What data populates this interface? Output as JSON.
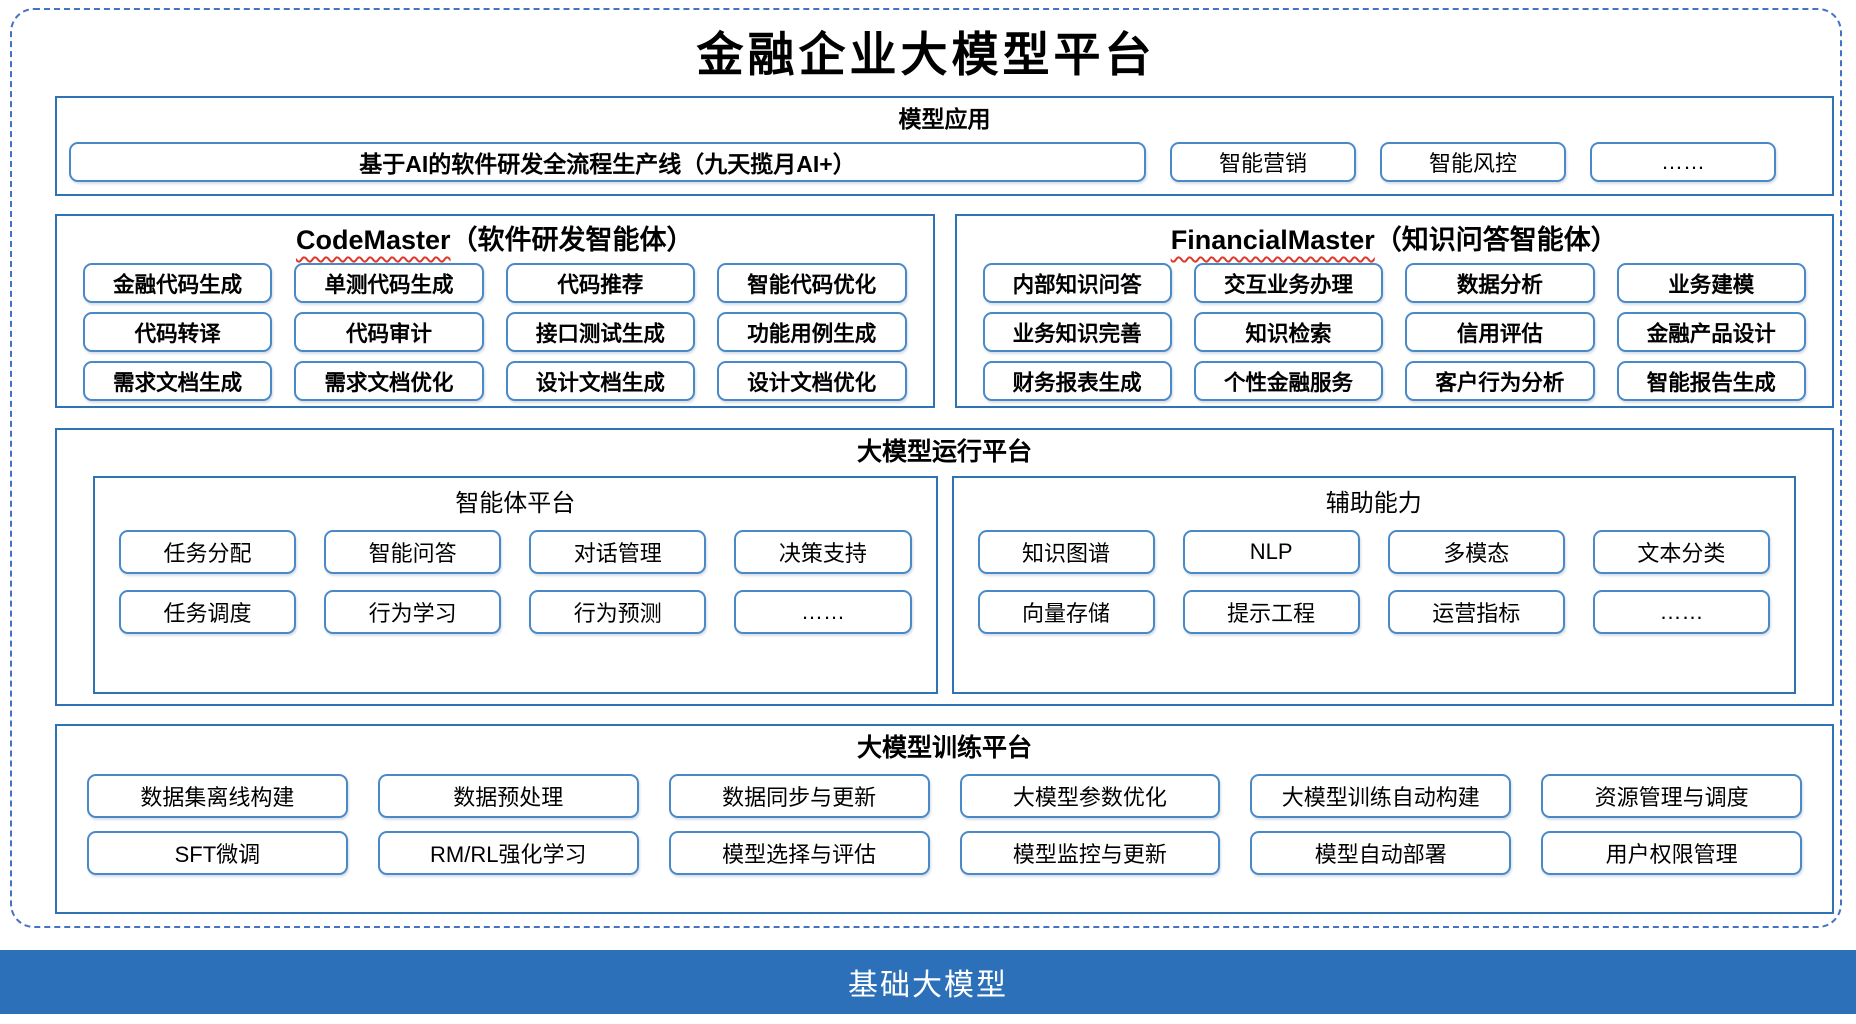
{
  "title": "金融企业大模型平台",
  "colors": {
    "section_border": "#2e74b5",
    "box_border": "#4a89c8",
    "outer_dashed_border": "#4472c4",
    "foundation_bar_bg": "#2b70b8",
    "squiggle_red": "#e0392b"
  },
  "model_app": {
    "header": "模型应用",
    "pipeline": "基于AI的软件研发全流程生产线（九天揽月AI+）",
    "items": [
      "智能营销",
      "智能风控",
      "……"
    ]
  },
  "code_master": {
    "title_en": "CodeMaster",
    "title_zh": "（软件研发智能体）",
    "items": [
      "金融代码生成",
      "单测代码生成",
      "代码推荐",
      "智能代码优化",
      "代码转译",
      "代码审计",
      "接口测试生成",
      "功能用例生成",
      "需求文档生成",
      "需求文档优化",
      "设计文档生成",
      "设计文档优化"
    ]
  },
  "financial_master": {
    "title_en": "FinancialMaster",
    "title_zh": "（知识问答智能体）",
    "items": [
      "内部知识问答",
      "交互业务办理",
      "数据分析",
      "业务建模",
      "业务知识完善",
      "知识检索",
      "信用评估",
      "金融产品设计",
      "财务报表生成",
      "个性金融服务",
      "客户行为分析",
      "智能报告生成"
    ]
  },
  "runtime_platform": {
    "header": "大模型运行平台",
    "agent_platform": {
      "header": "智能体平台",
      "items": [
        "任务分配",
        "智能问答",
        "对话管理",
        "决策支持",
        "任务调度",
        "行为学习",
        "行为预测",
        "……"
      ]
    },
    "aux_capability": {
      "header": "辅助能力",
      "items": [
        "知识图谱",
        "NLP",
        "多模态",
        "文本分类",
        "向量存储",
        "提示工程",
        "运营指标",
        "……"
      ]
    }
  },
  "training_platform": {
    "header": "大模型训练平台",
    "items": [
      "数据集离线构建",
      "数据预处理",
      "数据同步与更新",
      "大模型参数优化",
      "大模型训练自动构建",
      "资源管理与调度",
      "SFT微调",
      "RM/RL强化学习",
      "模型选择与评估",
      "模型监控与更新",
      "模型自动部署",
      "用户权限管理"
    ]
  },
  "foundation_bar": {
    "label": "基础大模型"
  }
}
